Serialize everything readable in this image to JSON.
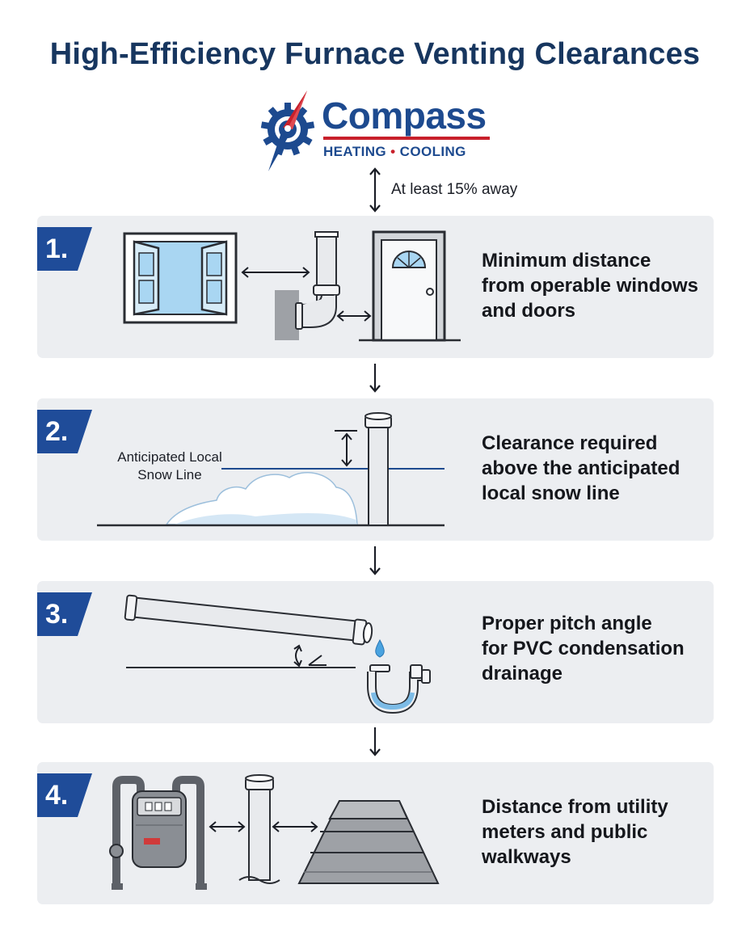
{
  "title": "High-Efficiency Furnace Venting Clearances",
  "logo": {
    "name": "Compass",
    "sub_left": "HEATING",
    "sub_sep": "•",
    "sub_right": "COOLING"
  },
  "top_note": "At least 15% away",
  "colors": {
    "navy": "#17365f",
    "brand_blue": "#1d4a8f",
    "badge_blue": "#1f4c99",
    "brand_red": "#c8202b",
    "panel_bg": "#eceef1"
  },
  "steps": [
    {
      "number": "1.",
      "text_lines": [
        "Minimum distance",
        "from operable windows",
        "and doors"
      ],
      "icons": [
        "window-icon",
        "vent-pipe-icon",
        "door-icon",
        "double-arrow-icon"
      ]
    },
    {
      "number": "2.",
      "label_lines": [
        "Anticipated Local",
        "Snow Line"
      ],
      "text_lines": [
        "Clearance required",
        "above the anticipated",
        "local snow line"
      ],
      "icons": [
        "snow-pile-icon",
        "vent-pipe-icon",
        "double-arrow-icon"
      ]
    },
    {
      "number": "3.",
      "text_lines": [
        "Proper pitch angle",
        "for PVC condensation",
        "drainage"
      ],
      "icons": [
        "sloped-pipe-icon",
        "water-drop-icon",
        "p-trap-icon",
        "angle-icon"
      ]
    },
    {
      "number": "4.",
      "text_lines": [
        "Distance from utility",
        "meters and public",
        "walkways"
      ],
      "icons": [
        "gas-meter-icon",
        "vent-pipe-icon",
        "walkway-icon",
        "double-arrow-icon"
      ]
    }
  ]
}
